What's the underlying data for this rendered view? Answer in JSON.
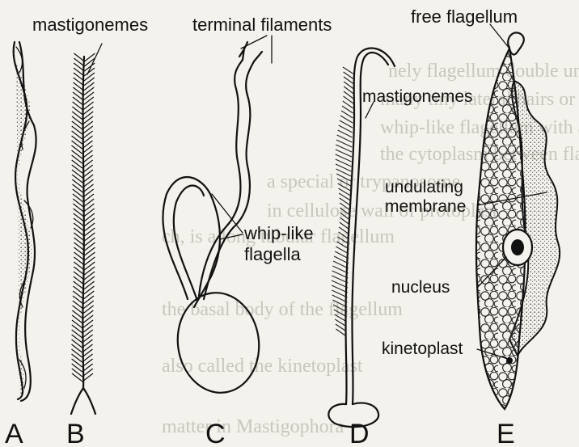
{
  "background_text": [
    "nely flagellum double undulating",
    "many tiny lateral hairs or mastigonemes",
    "whip-like flagellum with a basal granule",
    "the cytoplasm between flagella and",
    "a special or trypanosome",
    "in cellulose wall of protoplast",
    "ch, is a long tubular flagellum",
    "the basal body of the flagellum",
    "also called the kinetoplast",
    "matter in Mastigophora"
  ],
  "labels": {
    "mastigonemes_top": "mastigonemes",
    "terminal_filaments": "terminal filaments",
    "free_flagellum": "free flagellum",
    "mastigonemes_d": "mastigonemes",
    "undulating_1": "undulating",
    "undulating_2": "membrane",
    "whip_1": "whip-like",
    "whip_2": "flagella",
    "nucleus": "nucleus",
    "kinetoplast": "kinetoplast"
  },
  "panels": [
    "A",
    "B",
    "C",
    "D",
    "E"
  ],
  "colors": {
    "ink": "#111111",
    "paper": "#f4f2ec",
    "faded_text": "#c9c6bd"
  }
}
